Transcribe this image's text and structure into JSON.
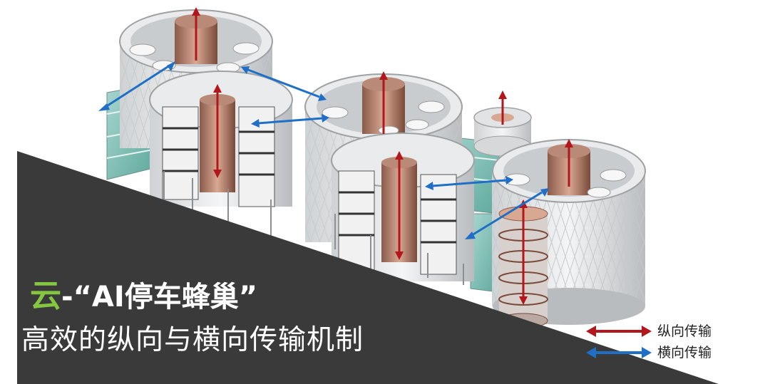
{
  "title": {
    "cloud_char": "云",
    "dash": "-",
    "main": "“AI停车蜂巢”"
  },
  "subtitle": "高效的纵向与横向传输机制",
  "legend": {
    "vertical_label": "纵向传输",
    "horizontal_label": "横向传输"
  },
  "colors": {
    "vertical_arrow": "#b3161b",
    "horizontal_arrow": "#1f6fc7",
    "title_accent": "#86c540",
    "band": "#3a3a3a"
  },
  "icons": {
    "vertical_legend": "double-arrow-icon-red",
    "horizontal_legend": "double-arrow-icon-blue"
  }
}
